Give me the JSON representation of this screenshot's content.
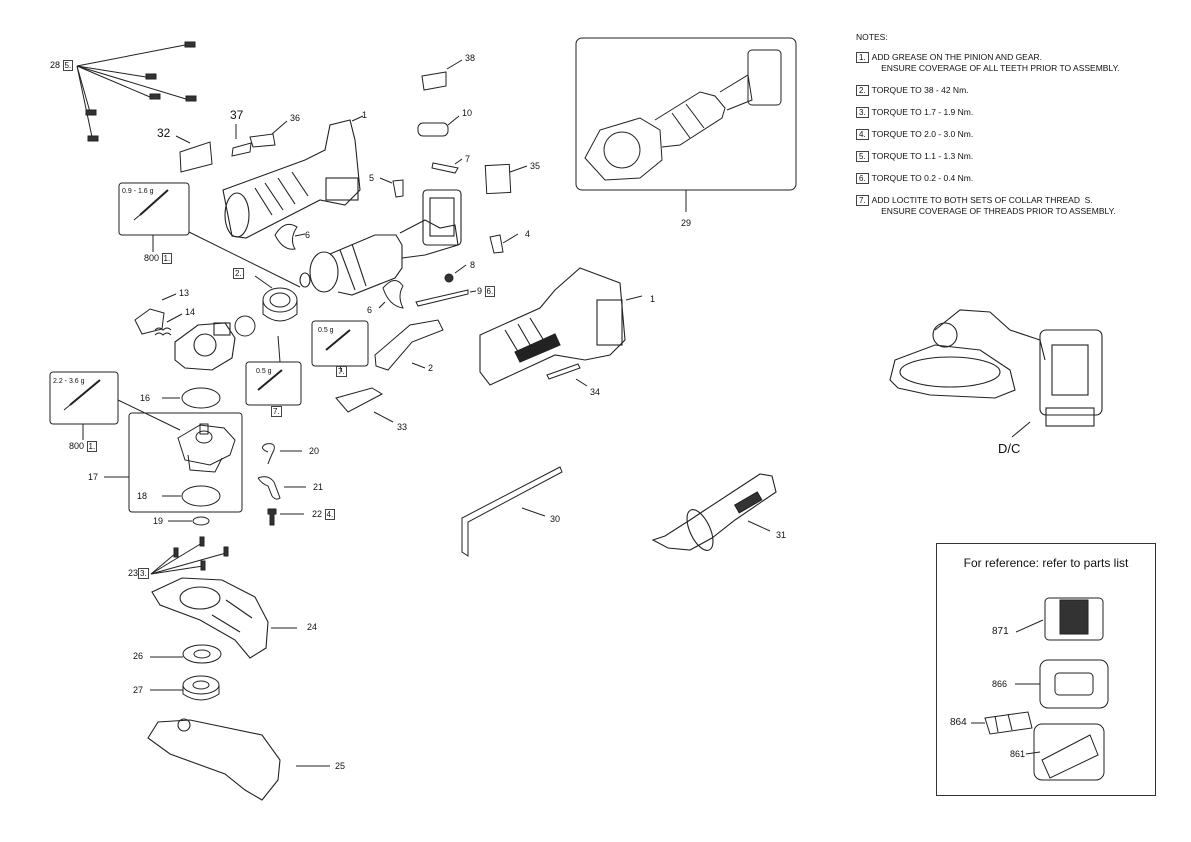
{
  "notes": {
    "title": "NOTES:",
    "items": [
      {
        "num": "1.",
        "text": "ADD GREASE ON THE PINION AND GEAR.\n    ENSURE COVERAGE OF ALL TEETH PRIOR TO ASSEMBLY."
      },
      {
        "num": "2.",
        "text": "TORQUE TO 38 - 42 Nm."
      },
      {
        "num": "3.",
        "text": "TORQUE TO 1.7 - 1.9 Nm."
      },
      {
        "num": "4.",
        "text": "TORQUE TO 2.0 - 3.0 Nm."
      },
      {
        "num": "5.",
        "text": "TORQUE TO 1.1 - 1.3 Nm."
      },
      {
        "num": "6.",
        "text": "TORQUE TO 0.2 - 0.4 Nm."
      },
      {
        "num": "7.",
        "text": "ADD LOCTITE TO BOTH SETS OF COLLAR THREAD  S.\n    ENSURE COVERAGE OF THREADS PRIOR TO ASSEMBLY."
      }
    ]
  },
  "reference": {
    "title": "For reference: refer to parts list",
    "parts": [
      "871",
      "866",
      "864",
      "861"
    ]
  },
  "assembled_label": "D/C",
  "grease": {
    "top": "0.9 - 1.6 g",
    "left": "2.2 - 3.6 g",
    "mid1": "0.5 g",
    "mid2": "0.5 g"
  },
  "callouts": {
    "p1a": "1",
    "p1b": "1",
    "p2": "2",
    "p4": "4",
    "p5": "5",
    "p6a": "6",
    "p6b": "6",
    "p7": "7",
    "p8": "8",
    "p9": "9",
    "p10": "10",
    "p13": "13",
    "p14": "14",
    "p16": "16",
    "p17": "17",
    "p18": "18",
    "p19": "19",
    "p20": "20",
    "p21": "21",
    "p22": "22",
    "p23": "23",
    "p24": "24",
    "p25": "25",
    "p26": "26",
    "p27": "27",
    "p28": "28",
    "p29": "29",
    "p30": "30",
    "p31": "31",
    "p32": "32",
    "p33": "33",
    "p34": "34",
    "p35": "35",
    "p36": "36",
    "p37": "37",
    "p38": "38",
    "p800a": "800",
    "p800b": "800"
  },
  "note_refs": {
    "n28": "5.",
    "n9": "6.",
    "n2": "2.",
    "n800a": "1.",
    "n800b": "1.",
    "n7a": "7.",
    "n7b": "7.",
    "n22": "4.",
    "n23": "3."
  }
}
